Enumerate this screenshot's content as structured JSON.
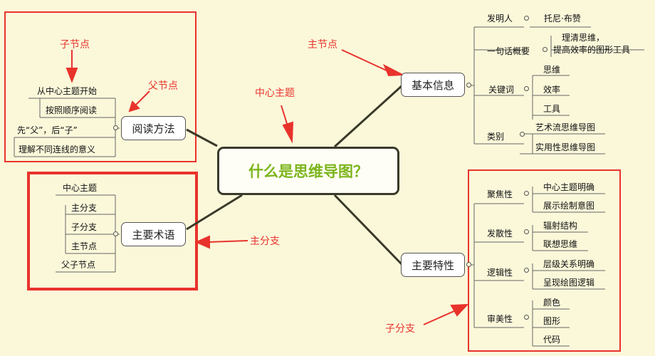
{
  "center_topic": "什么是思维导图？",
  "annotations": {
    "child_node": "子节点",
    "parent_node": "父节点",
    "center_topic": "中心主题",
    "main_node": "主节点",
    "main_branch": "主分支",
    "sub_branch": "子分支"
  },
  "branches": {
    "reading": {
      "label": "阅读方法",
      "items": [
        "从中心主题开始",
        "按照顺序阅读",
        "先“父”，后“子”",
        "理解不同连线的意义"
      ]
    },
    "terms": {
      "label": "主要术语",
      "items": [
        "中心主题",
        "主分支",
        "子分支",
        "主节点",
        "父子节点"
      ]
    },
    "basic": {
      "label": "基本信息",
      "inventor": {
        "label": "发明人",
        "value": "托尼·布赞"
      },
      "summary": {
        "label": "一句话概要",
        "value_line1": "理清思维，",
        "value_line2": "提高效率的图形工具"
      },
      "keywords": {
        "label": "关键词",
        "items": [
          "思维",
          "效率",
          "工具"
        ]
      },
      "category": {
        "label": "类别",
        "items": [
          "艺术流思维导图",
          "实用性思维导图"
        ]
      }
    },
    "features": {
      "label": "主要特性",
      "focus": {
        "label": "聚焦性",
        "items": [
          "中心主题明确",
          "展示绘制意图"
        ]
      },
      "divergent": {
        "label": "发散性",
        "items": [
          "辐射结构",
          "联想思维"
        ]
      },
      "logic": {
        "label": "逻辑性",
        "items": [
          "层级关系明确",
          "呈现绘图逻辑"
        ]
      },
      "aesthetic": {
        "label": "审美性",
        "items": [
          "颜色",
          "图形",
          "代码"
        ]
      }
    }
  },
  "colors": {
    "background": "#fbf8da",
    "center_text": "#7cb51c",
    "highlight_box": "#e8332b",
    "annotation": "#e8332b",
    "trunk_line": "#3a3a2a"
  }
}
